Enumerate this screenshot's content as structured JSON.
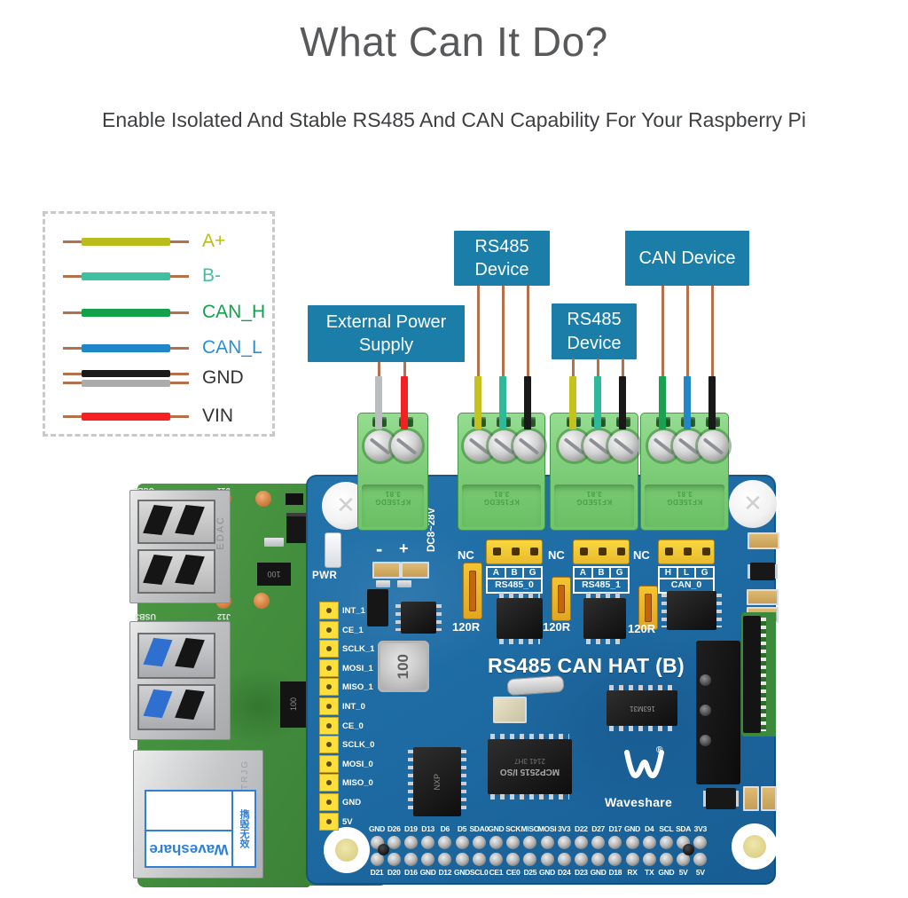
{
  "header": {
    "title": "What Can It Do?",
    "subtitle": "Enable Isolated And Stable RS485 And CAN Capability For Your Raspberry Pi"
  },
  "legend": {
    "items": [
      {
        "label": "A+",
        "color": "#b9bd1c",
        "label_color": "#b9bd1c"
      },
      {
        "label": "B-",
        "color": "#3fc0a0",
        "label_color": "#3fc0a0"
      },
      {
        "label": "CAN_H",
        "color": "#13a14b",
        "label_color": "#13a14b"
      },
      {
        "label": "CAN_L",
        "color": "#1f87c8",
        "label_color": "#2b8fd0"
      },
      {
        "label": "GND",
        "color": "#1a1a1a",
        "color2": "#ababab",
        "label_color": "#333333"
      },
      {
        "label": "VIN",
        "color": "#f71f1f",
        "label_color": "#333333"
      }
    ]
  },
  "callouts": {
    "external_power": "External Power Supply",
    "rs485_device_a": "RS485 Device",
    "rs485_device_b": "RS485 Device",
    "can_device": "CAN Device"
  },
  "hat": {
    "pwr_label": "PWR",
    "dc_range": "DC8~28V",
    "polarity_minus": "-",
    "polarity_plus": "+",
    "title": "RS485 CAN HAT (B)",
    "channels": [
      {
        "nc": "NC",
        "pins": [
          "A",
          "B",
          "G"
        ],
        "name": "RS485_0",
        "resistor": "120R"
      },
      {
        "nc": "NC",
        "pins": [
          "A",
          "B",
          "G"
        ],
        "name": "RS485_1",
        "resistor": "120R"
      },
      {
        "nc": "NC",
        "pins": [
          "H",
          "L",
          "G"
        ],
        "name": "CAN_0",
        "resistor": "120R"
      }
    ],
    "left_header": [
      "INT_1",
      "CE_1",
      "SCLK_1",
      "MOSI_1",
      "MISO_1",
      "INT_0",
      "CE_0",
      "SCLK_0",
      "MOSI_0",
      "MISO_0",
      "GND",
      "5V"
    ],
    "gpio": {
      "top": [
        "GND",
        "D26",
        "D19",
        "D13",
        "D6",
        "D5",
        "SDA0",
        "GND",
        "SCK",
        "MISO",
        "MOSI",
        "3V3",
        "D22",
        "D27",
        "D17",
        "GND",
        "D4",
        "SCL",
        "SDA",
        "3V3"
      ],
      "bottom": [
        "D21",
        "D20",
        "D16",
        "GND",
        "D12",
        "GND",
        "SCL0",
        "CE1",
        "CE0",
        "D25",
        "GND",
        "D24",
        "D23",
        "GND",
        "D18",
        "RX",
        "TX",
        "GND",
        "5V",
        "5V"
      ]
    },
    "terminal": {
      "model": "KF15EDG",
      "pitch": "3.81"
    },
    "chips": {
      "can_controller": "MCP2515 I/SO",
      "can_controller_lot": "2141 3H7",
      "can_transceiver": "163M31",
      "nxp_marking": "NXP",
      "inductor": "100"
    },
    "brand": {
      "name": "Waveshare",
      "registered": "®"
    }
  },
  "pi": {
    "usb2_silk": "USB2",
    "j11_silk": "J11",
    "usb3_silk": "USB3",
    "j12_silk": "J12",
    "edac": "EDAC",
    "eth_engrave": "TRJG",
    "cap_marking": "100",
    "sticker": {
      "brand": "Waveshare",
      "cn": "擕毁无效"
    }
  },
  "colors": {
    "callout_blue": "#1b7ea9",
    "hat_blue": "#1e6ba3",
    "pi_green": "#45913f",
    "terminal_green": "#7bcb76",
    "header_yellow": "#ffdf3c",
    "wire_lead_brown": "#b5714b",
    "wire_gray": "#b9bdc0",
    "wire_red": "#f32121",
    "wire_yellow": "#c6c21d",
    "wire_teal": "#2eb99a",
    "wire_black": "#191919",
    "wire_green": "#18a150",
    "wire_blue": "#2187c8"
  }
}
